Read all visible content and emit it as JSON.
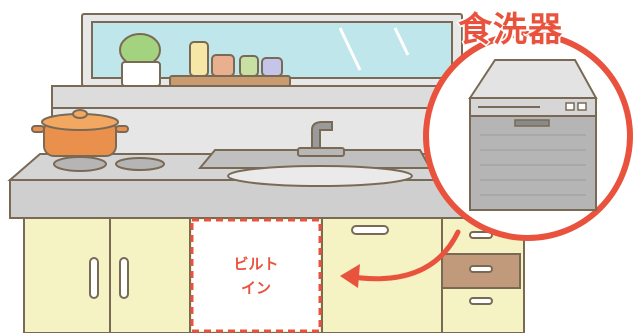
{
  "callout": {
    "title": "食洗器",
    "builtin_line1": "ビルト",
    "builtin_line2": "イン"
  },
  "colors": {
    "accent": "#e9533e",
    "cabinet": "#f5f2c4",
    "countertop": "#cfcfcf",
    "outline": "#7a6a55"
  },
  "icons": {
    "dishwasher": "dishwasher-icon",
    "arrow": "curved-arrow-icon",
    "pot": "pot-icon"
  }
}
